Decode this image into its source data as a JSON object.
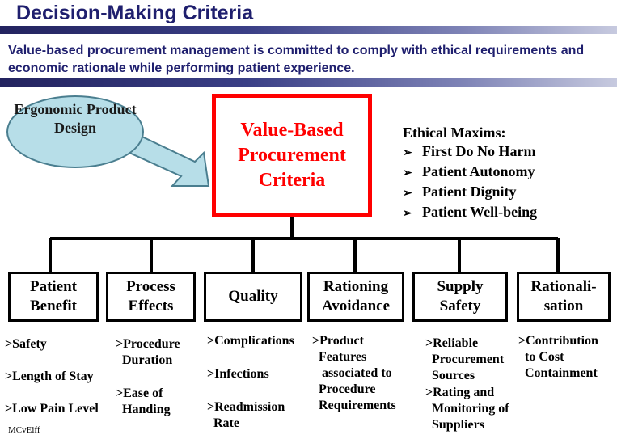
{
  "header": {
    "title": "Decision-Making Criteria",
    "subtitle": "Value-based procurement management is committed to comply with ethical requirements and economic rationale while performing patient experience."
  },
  "ergonomic": {
    "label": "Ergonomic Product Design"
  },
  "center": {
    "label": "Value-Based Procurement Criteria"
  },
  "maxims": {
    "title": "Ethical Maxims:",
    "items": [
      "First Do No Harm",
      "Patient Autonomy",
      "Patient Dignity",
      "Patient Well-being"
    ]
  },
  "criteria": [
    {
      "label": "Patient Benefit",
      "items": [
        ">Safety",
        ">Length of Stay",
        ">Low Pain Level"
      ]
    },
    {
      "label": "Process Effects",
      "items": [
        ">Procedure\n  Duration",
        ">Ease of\n  Handing"
      ]
    },
    {
      "label": "Quality",
      "items": [
        ">Complications",
        ">Infections",
        ">Readmission\n  Rate"
      ]
    },
    {
      "label": "Rationing Avoidance",
      "items": [
        ">Product\n  Features\n   associated to\n  Procedure\n  Requirements"
      ]
    },
    {
      "label": "Supply Safety",
      "items": [
        ">Reliable\n  Procurement\n  Sources",
        ">Rating and\n  Monitoring of\n  Suppliers"
      ]
    },
    {
      "label": "Rationali-sation",
      "items": [
        ">Contribution\n  to Cost\n  Containment"
      ]
    }
  ],
  "credit": "MCvEiff",
  "colors": {
    "title": "#1f1f6e",
    "center_border": "#ff0000",
    "ellipse_fill": "#b7dee8"
  }
}
